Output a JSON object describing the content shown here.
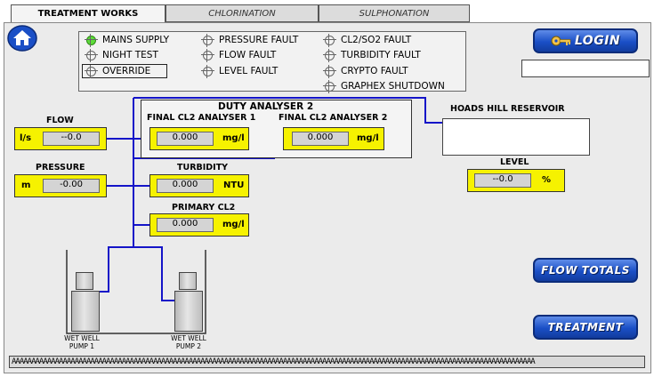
{
  "tabs": [
    {
      "label": "TREATMENT WORKS",
      "active": true
    },
    {
      "label": "CHLORINATION",
      "active": false
    },
    {
      "label": "SULPHONATION",
      "active": false
    }
  ],
  "status": {
    "col1": [
      {
        "label": "MAINS SUPPLY",
        "on": true
      },
      {
        "label": "NIGHT TEST",
        "on": false
      },
      {
        "label": "OVERRIDE",
        "on": false
      }
    ],
    "col2": [
      {
        "label": "PRESSURE FAULT"
      },
      {
        "label": "FLOW FAULT"
      },
      {
        "label": "LEVEL FAULT"
      }
    ],
    "col3": [
      {
        "label": "CL2/SO2 FAULT"
      },
      {
        "label": "TURBIDITY FAULT"
      },
      {
        "label": "CRYPTO FAULT"
      },
      {
        "label": "GRAPHEX SHUTDOWN"
      }
    ]
  },
  "login": {
    "label": "LOGIN",
    "icon": "key-icon",
    "username": ""
  },
  "flow": {
    "label": "FLOW",
    "unit": "l/s",
    "value": "--0.0"
  },
  "pressure": {
    "label": "PRESSURE",
    "unit": "m",
    "value": "-0.00"
  },
  "duty": {
    "title": "DUTY ANALYSER 2",
    "a1": {
      "label": "FINAL CL2 ANALYSER 1",
      "value": "0.000",
      "unit": "mg/l"
    },
    "a2": {
      "label": "FINAL CL2 ANALYSER 2",
      "value": "0.000",
      "unit": "mg/l"
    }
  },
  "turbidity": {
    "label": "TURBIDITY",
    "value": "0.000",
    "unit": "NTU"
  },
  "primary": {
    "label": "PRIMARY CL2",
    "value": "0.000",
    "unit": "mg/l"
  },
  "reservoir": {
    "label": "HOADS HILL RESERVOIR"
  },
  "level": {
    "label": "LEVEL",
    "value": "--0.0",
    "unit": "%"
  },
  "pumps": [
    {
      "label_line1": "WET WELL",
      "label_line2": "PUMP 1"
    },
    {
      "label_line1": "WET WELL",
      "label_line2": "PUMP 2"
    }
  ],
  "buttons": {
    "flow_totals": "FLOW TOTALS",
    "treatment": "TREATMENT"
  },
  "alarm_banner": "AAAAAAAAAAAAAAAAAAAAAAAAAAAAAAAAAAAAAAAAAAAAAAAAAAAAAAAAAAAAAAAAAAAAAAAAAAAAAAAAAAAAAAAAAAAAAAAAAAAAAAAAAAAAAAAAAAAAAAAAAAAAAAAAAAAAA",
  "colors": {
    "panel": "#ebebeb",
    "display": "#f6f200",
    "button": "#1a4fc6",
    "pipe": "#1414c8",
    "lamp_on": "#5ddc3a"
  }
}
